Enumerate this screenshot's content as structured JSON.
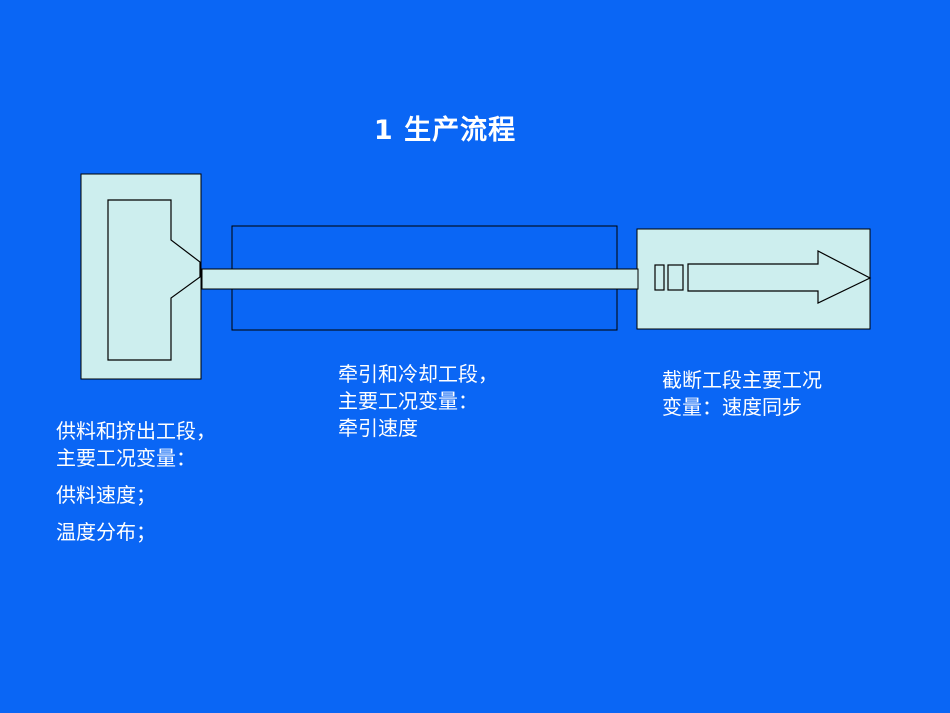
{
  "title": "1    生产流程",
  "colors": {
    "background": "#0a66f5",
    "block_fill": "#cdeeee",
    "outline": "#000000",
    "text": "#ffffff"
  },
  "stages": {
    "feed_extrusion": {
      "line1": "供料和挤出工段，",
      "line2": "主要工况变量：",
      "line3": "供料速度；",
      "line4": "温度分布；"
    },
    "traction_cooling": {
      "line1": "牵引和冷却工段，",
      "line2": "主要工况变量：",
      "line3": "牵引速度"
    },
    "cutting": {
      "line1": "截断工段主要工况",
      "line2": "变量：速度同步"
    }
  }
}
